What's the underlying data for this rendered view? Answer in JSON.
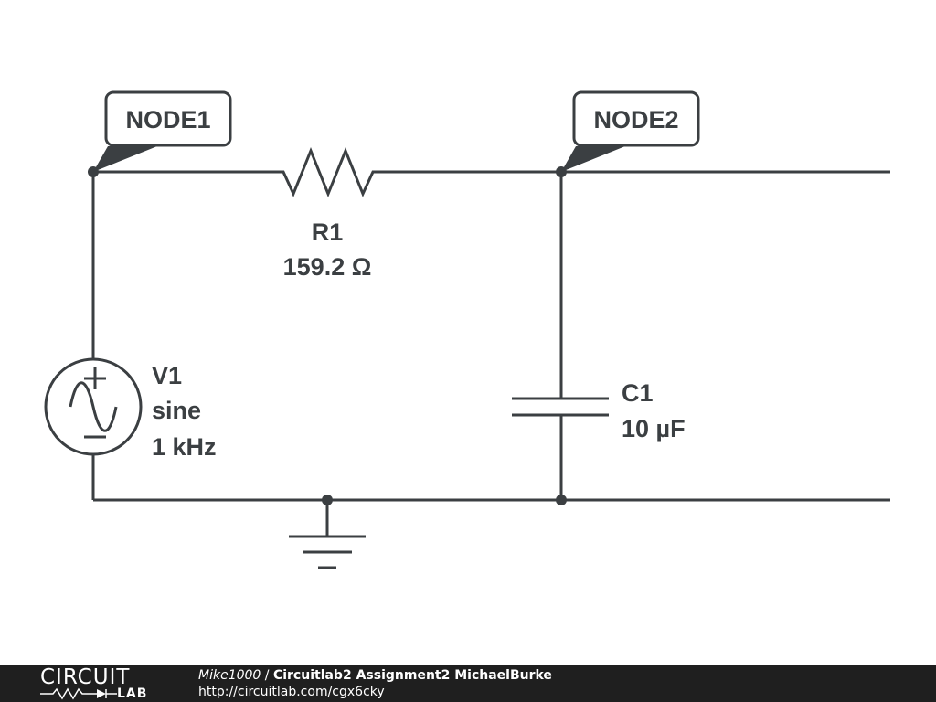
{
  "schematic": {
    "nodes": [
      {
        "label": "NODE1"
      },
      {
        "label": "NODE2"
      }
    ],
    "components": {
      "r1": {
        "name": "R1",
        "value": "159.2 Ω"
      },
      "v1": {
        "name": "V1",
        "type": "sine",
        "frequency": "1 kHz"
      },
      "c1": {
        "name": "C1",
        "value": "10 µF"
      }
    }
  },
  "footer": {
    "logo_top": "CIRCUIT",
    "logo_bottom": "LAB",
    "user": "Mike1000",
    "separator": " / ",
    "title": "Circuitlab2 Assignment2 MichaelBurke",
    "url": "http://circuitlab.com/cgx6cky"
  },
  "colors": {
    "wire": "#3b3f42",
    "footer_bg": "#1f1f1f",
    "footer_text": "#ffffff"
  }
}
